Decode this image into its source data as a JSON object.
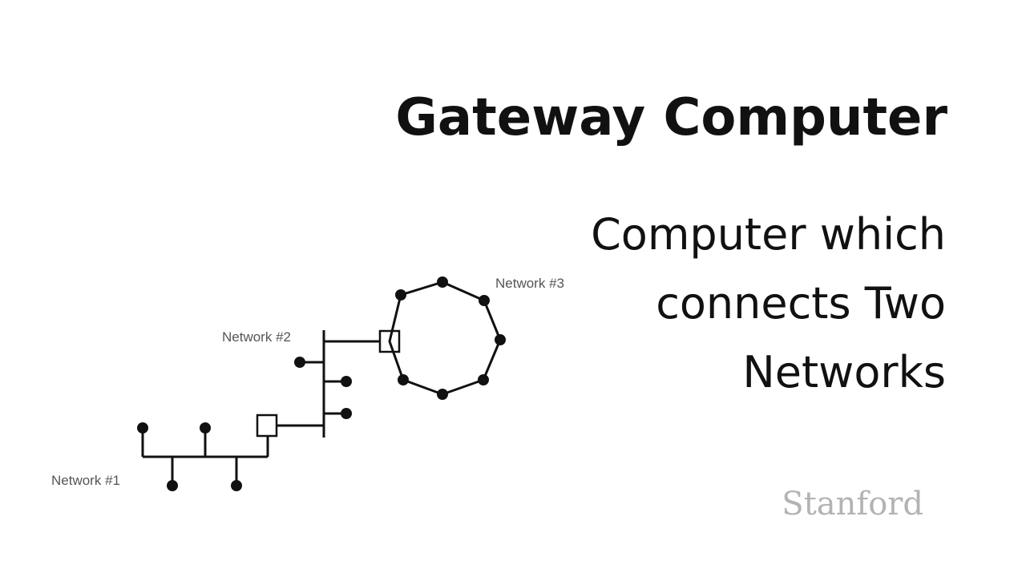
{
  "slide": {
    "title": "Gateway Computer",
    "subtitle_lines": [
      "Computer which",
      "connects Two",
      "Networks"
    ],
    "logo": "Stanford"
  },
  "diagram": {
    "labels": {
      "network1": "Network #1",
      "network2": "Network #2",
      "network3": "Network #3"
    }
  }
}
